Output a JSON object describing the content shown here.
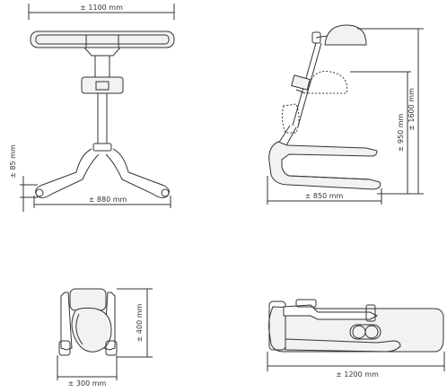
{
  "dimensions": {
    "front_width": "± 1100 mm",
    "front_base": "± 880 mm",
    "front_foot_height": "± 85 mm",
    "side_depth": "± 850 mm",
    "side_height_mid": "± 950 mm",
    "side_height_full": "± 1600 mm",
    "folded_top_width": "± 300 mm",
    "folded_top_height": "± 400 mm",
    "folded_side_length": "± 1200 mm"
  },
  "colors": {
    "line": "#333333",
    "fill": "#f2f2f2"
  }
}
